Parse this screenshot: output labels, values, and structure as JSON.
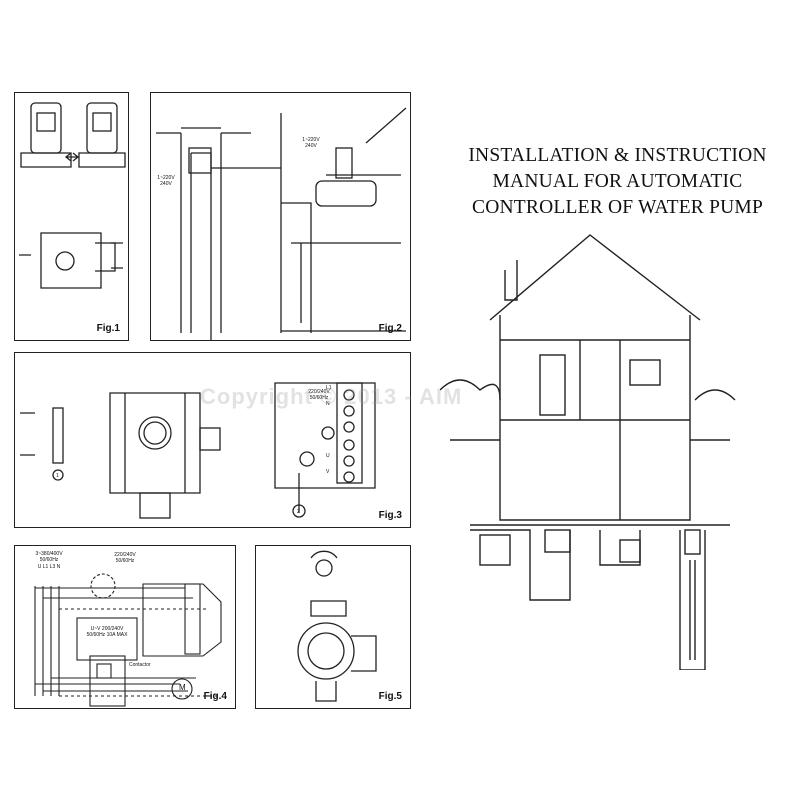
{
  "title": {
    "lines": [
      "INSTALLATION & INSTRUCTION",
      "MANUAL FOR AUTOMATIC",
      "CONTROLLER OF WATER PUMP"
    ]
  },
  "watermark": "Copyright © 2013 - AIM",
  "figures": {
    "fig1": {
      "label": "Fig.1"
    },
    "fig2": {
      "label": "Fig.2",
      "voltage_left": "1~220V 240V",
      "voltage_right": "1~220V 240V"
    },
    "fig3": {
      "label": "Fig.3",
      "supply": "220/240V 50/60Hz",
      "terminals": [
        "L1",
        "N",
        "U",
        "V"
      ],
      "callouts": [
        "1",
        "2"
      ]
    },
    "fig4": {
      "label": "Fig.4",
      "supply_3ph": "3~380/400V 50/60Hz",
      "phases": "U L1 L3 N",
      "supply_1ph": "220/240V 50/60Hz",
      "rating": "U~V 200/240V 50/60Hz 10A MAX",
      "contactor": "Contactor",
      "motor": "M"
    },
    "fig5": {
      "label": "Fig.5"
    }
  }
}
